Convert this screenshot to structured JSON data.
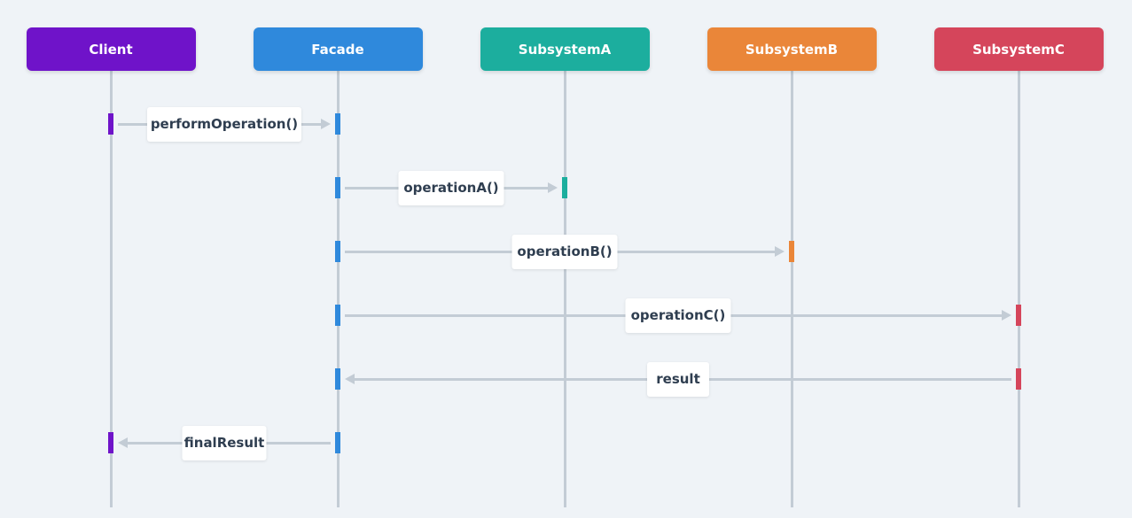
{
  "participants": [
    {
      "name": "Client",
      "color": "#6f13c9"
    },
    {
      "name": "Facade",
      "color": "#2f89dc"
    },
    {
      "name": "SubsystemA",
      "color": "#1cae9e"
    },
    {
      "name": "SubsystemB",
      "color": "#ea8639"
    },
    {
      "name": "SubsystemC",
      "color": "#d5455b"
    }
  ],
  "messages": [
    {
      "label": "performOperation()",
      "from": 0,
      "to": 1
    },
    {
      "label": "operationA()",
      "from": 1,
      "to": 2
    },
    {
      "label": "operationB()",
      "from": 1,
      "to": 3
    },
    {
      "label": "operationC()",
      "from": 1,
      "to": 4
    },
    {
      "label": "result",
      "from": 4,
      "to": 1
    },
    {
      "label": "finalResult",
      "from": 1,
      "to": 0
    }
  ]
}
